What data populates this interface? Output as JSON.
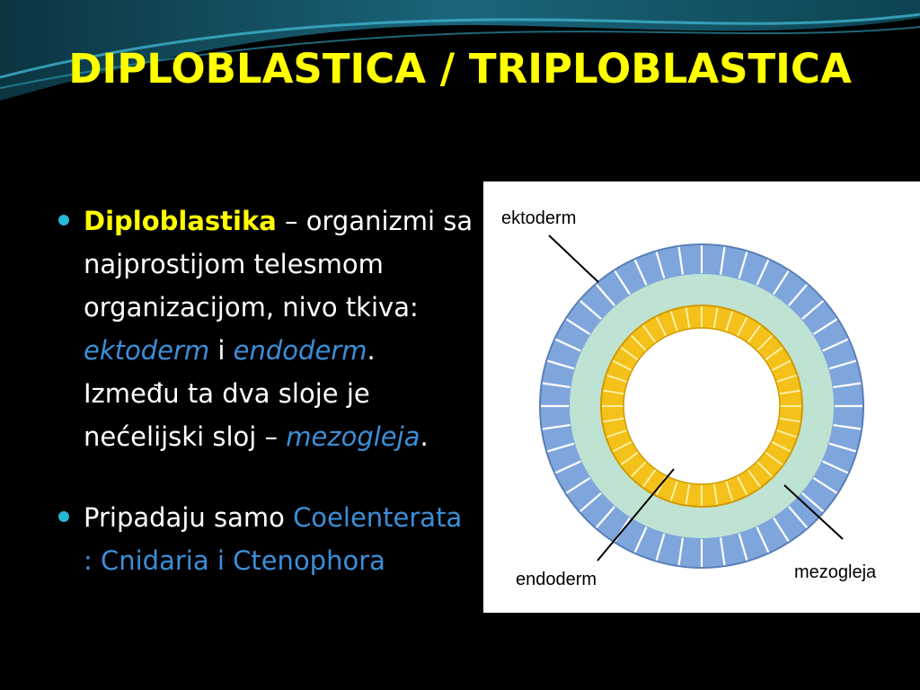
{
  "slide": {
    "title": "DIPLOBLASTICA / TRIPLOBLASTICA",
    "colors": {
      "title": "#ffff00",
      "keyword_blue": "#3b8fd9",
      "bullet": "#27b8d6",
      "ectoderm": "#7fa6dc",
      "mesoglea": "#bfe3d2",
      "endoderm": "#f3c11a",
      "wave": "#1e6f86"
    }
  },
  "bullets": [
    {
      "term": "Diploblastika",
      "dash": " – ",
      "text1": "organizmi sa najprostijom telesmom organizacijom, nivo tkiva: ",
      "kw1": "ektoderm",
      "mid": " i ",
      "kw2": "endoderm",
      "text2": ". Između ta dva sloje je nećelijski sloj – ",
      "kw3": "mezogleja",
      "end": "."
    },
    {
      "text": "Pripadaju samo ",
      "kw": "Coelenterata : Cnidaria i Ctenophora"
    }
  ],
  "figure": {
    "labels": {
      "ectoderm": "ektoderm",
      "endoderm": "endoderm",
      "mesoglea": "mezogleja"
    }
  }
}
